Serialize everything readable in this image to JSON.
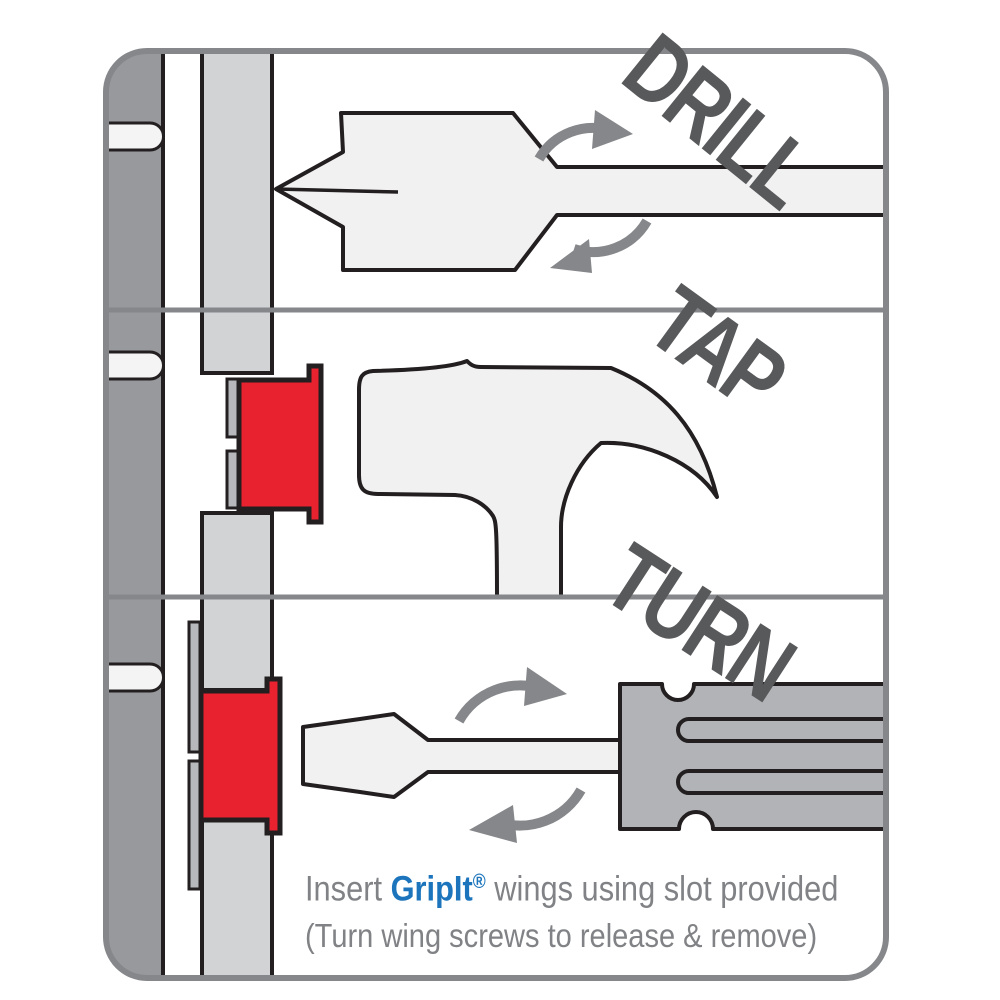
{
  "diagram": {
    "steps": [
      {
        "id": "drill",
        "label": "DRILL",
        "icon": "spade-drill-bit-icon",
        "motion_icon": "clockwise-rotation-arrow-icon"
      },
      {
        "id": "tap",
        "label": "TAP",
        "icon": "hammer-icon"
      },
      {
        "id": "turn",
        "label": "TURN",
        "icon": "screwdriver-icon",
        "motion_icon": "clockwise-rotation-arrow-icon"
      }
    ],
    "caption": {
      "line1_prefix": "Insert ",
      "brand": "GripIt",
      "registered_mark": "®",
      "line1_suffix": " wings using slot provided",
      "line2": "(Turn wing screws to release & remove)"
    },
    "colors": {
      "anchor_red": "#e8222f",
      "brand_blue": "#1c75bc",
      "step_label_gray": "#58595b",
      "caption_gray": "#808285",
      "frame_gray": "#85878a",
      "wall_gray": "#98999c",
      "plasterboard_gray": "#d2d3d5",
      "tool_fill": "#f1f1f2",
      "handle_gray": "#b1b3b6",
      "outline_black": "#231f20"
    }
  }
}
